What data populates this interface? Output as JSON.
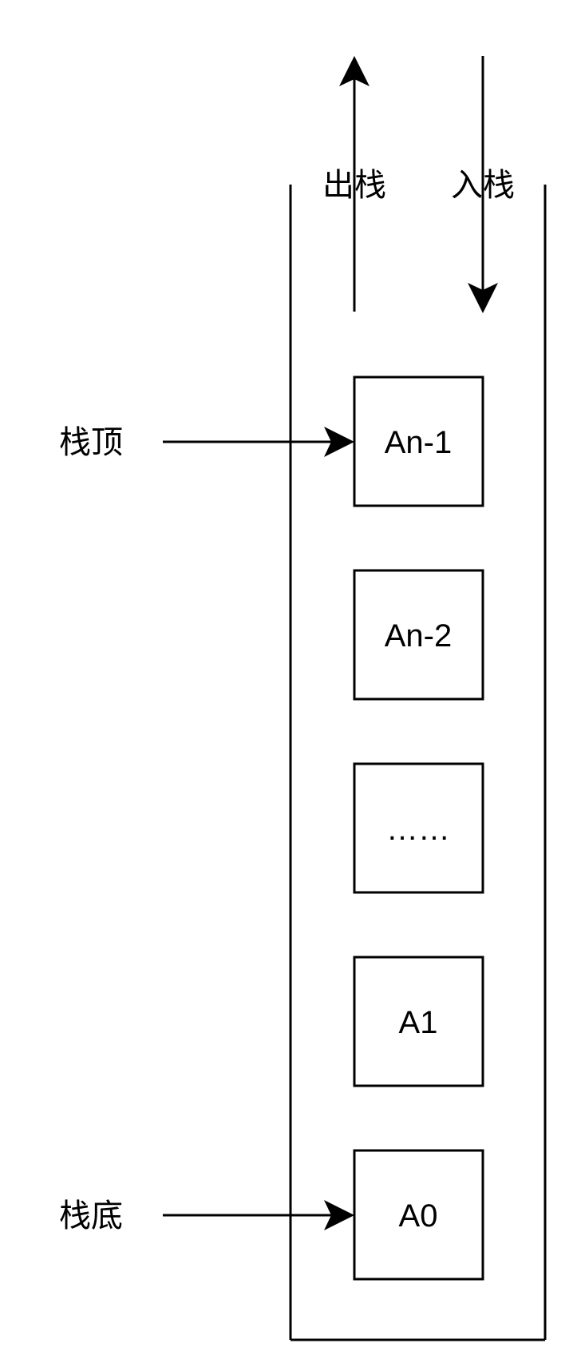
{
  "labels": {
    "pop": "出栈",
    "push": "入栈",
    "top": "栈顶",
    "bottom": "栈底"
  },
  "stack_items": [
    {
      "label": "An-1"
    },
    {
      "label": "An-2"
    },
    {
      "label": "……"
    },
    {
      "label": "A1"
    },
    {
      "label": "A0"
    }
  ],
  "colors": {
    "stroke": "#000000",
    "background": "#ffffff"
  }
}
